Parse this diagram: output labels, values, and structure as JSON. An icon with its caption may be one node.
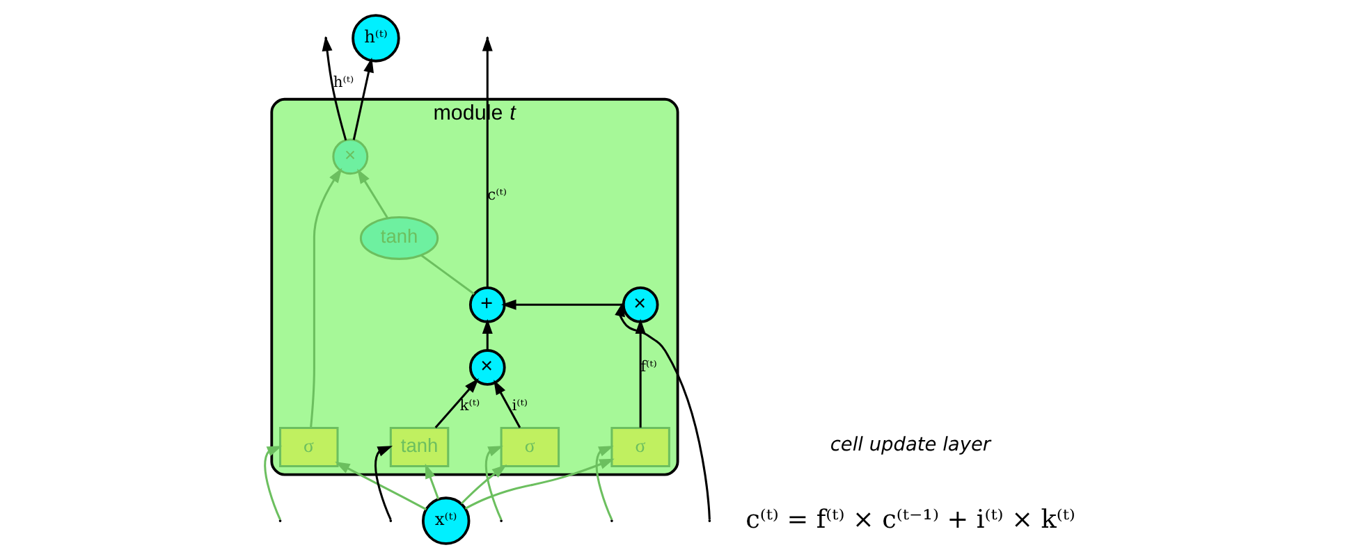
{
  "diagram": {
    "nodes": [
      {
        "text": [
          "h⁽ᵗ⁾"
        ]
      },
      {
        "text": [
          "module *t*"
        ]
      },
      {
        "text": [
          "×"
        ],
        "in": 1
      },
      {
        "text": [
          "+"
        ],
        "in": 1
      },
      {
        "text": [
          "tanh"
        ],
        "in": 1
      },
      {
        "text": [
          "×"
        ],
        "in": 1
      },
      {
        "text": [
          "×"
        ],
        "in": 1
      },
      {
        "text": [
          "σ"
        ],
        "in": 1
      },
      {
        "text": [
          "σ"
        ],
        "in": 1
      },
      {
        "text": [
          "tanh"
        ],
        "in": 1
      },
      {
        "text": [
          "σ"
        ],
        "in": 1
      },
      {
        "text": [
          "x⁽ᵗ⁾"
        ]
      }
    ],
    "edges": [
      {
        "from": null,
        "to": 2,
        "arrow": "to",
        "color": "#000000"
      },
      {
        "from": 2,
        "to": 3,
        "arrow": "to",
        "color": "#000000"
      },
      {
        "from": 7,
        "to": 2,
        "arrow": "to",
        "label": "f⁽ᵗ⁾",
        "color": "#000000"
      },
      {
        "from": 8,
        "to": 5,
        "arrow": "to",
        "label": "i⁽ᵗ⁾",
        "color": "#000000"
      },
      {
        "from": 9,
        "to": 5,
        "arrow": "to",
        "label": "k⁽ᵗ⁾",
        "color": "#000000"
      },
      {
        "from": 5,
        "to": 3,
        "arrow": "to",
        "color": "#000000"
      },
      {
        "from": 3,
        "to": null,
        "arrow": "to",
        "label": "c⁽ᵗ⁾",
        "color": "#000000"
      },
      {
        "from": 3,
        "to": 4,
        "arrow": "none",
        "color": "#6cbf5f"
      },
      {
        "from": 4,
        "to": 6,
        "arrow": "to",
        "color": "#6cbf5f"
      },
      {
        "from": 10,
        "to": 6,
        "arrow": "to",
        "color": "#6cbf5f"
      },
      {
        "from": 6,
        "to": null,
        "arrow": "to",
        "label": "h⁽ᵗ⁾",
        "color": "#000000"
      },
      {
        "from": 6,
        "to": 0,
        "arrow": "to",
        "color": "#000000"
      },
      {
        "from": null,
        "to": 7,
        "arrow": "to",
        "color": "#6cbf5f"
      },
      {
        "from": null,
        "to": 8,
        "arrow": "to",
        "color": "#6cbf5f"
      },
      {
        "from": null,
        "to": 9,
        "arrow": "to",
        "color": "#000000"
      },
      {
        "from": null,
        "to": 10,
        "arrow": "to",
        "color": "#6cbf5f"
      },
      {
        "from": 11,
        "to": 7,
        "arrow": "to",
        "color": "#6cbf5f"
      },
      {
        "from": 11,
        "to": 8,
        "arrow": "to",
        "color": "#6cbf5f"
      },
      {
        "from": 11,
        "to": 9,
        "arrow": "to",
        "color": "#6cbf5f"
      },
      {
        "from": 11,
        "to": 10,
        "arrow": "to",
        "color": "#6cbf5f"
      }
    ],
    "labels": [
      "cell update layer",
      "c⁽ᵗ⁾ = f⁽ᵗ⁾ × c⁽ᵗ⁻¹⁾ + i⁽ᵗ⁾ × k⁽ᵗ⁾"
    ]
  }
}
